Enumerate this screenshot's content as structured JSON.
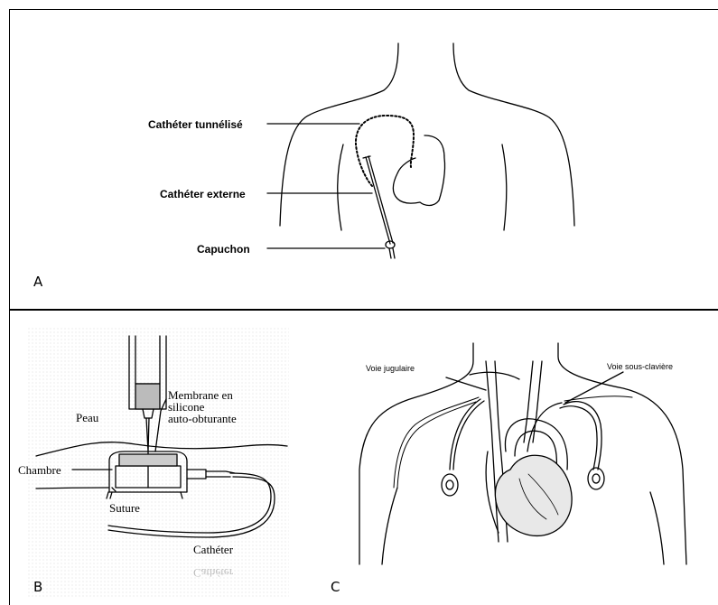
{
  "panel_a": {
    "letter": "A",
    "labels": {
      "tunnelled": "Cathéter tunnélisé",
      "external": "Cathéter externe",
      "cap": "Capuchon"
    }
  },
  "panel_b": {
    "letter": "B",
    "labels": {
      "membrane_1": "Membrane en",
      "membrane_2": "silicone",
      "membrane_3": "auto-obturante",
      "skin": "Peau",
      "chamber": "Chambre",
      "suture": "Suture",
      "catheter": "Cathéter"
    }
  },
  "panel_c": {
    "letter": "C",
    "labels": {
      "jugular": "Voie jugulaire",
      "subclavian": "Voie sous-clavière"
    }
  }
}
